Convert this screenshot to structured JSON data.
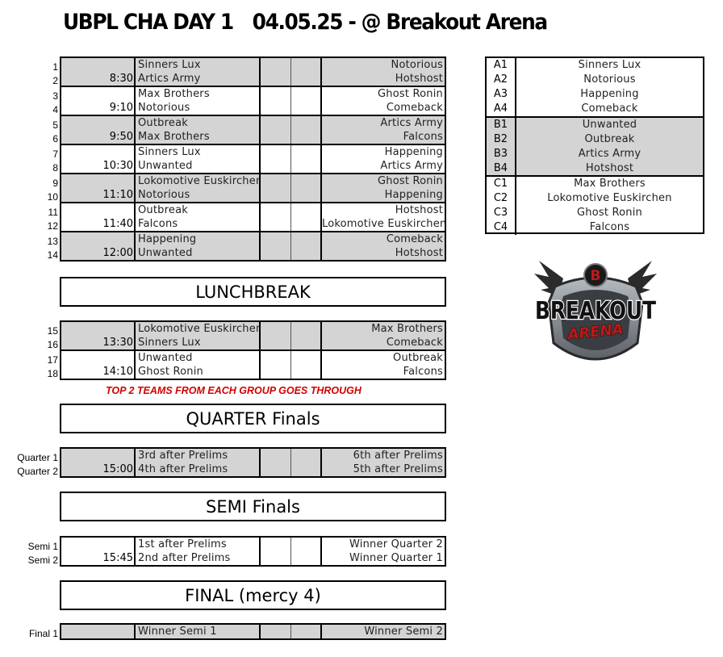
{
  "header": {
    "title": "UBPL CHA DAY 1",
    "date_venue": "04.05.25 - @ Breakout Arena"
  },
  "schedule": {
    "morning": [
      {
        "time": "8:30",
        "shade": "gray",
        "lines": [
          [
            "1",
            "Sinners Lux",
            "Notorious"
          ],
          [
            "2",
            "Artics Army",
            "Hotshost"
          ]
        ]
      },
      {
        "time": "9:10",
        "shade": "white",
        "lines": [
          [
            "3",
            "Max Brothers",
            "Ghost Ronin"
          ],
          [
            "4",
            "Notorious",
            "Comeback"
          ]
        ]
      },
      {
        "time": "9:50",
        "shade": "gray",
        "lines": [
          [
            "5",
            "Outbreak",
            "Artics Army"
          ],
          [
            "6",
            "Max Brothers",
            "Falcons"
          ]
        ]
      },
      {
        "time": "10:30",
        "shade": "white",
        "lines": [
          [
            "7",
            "Sinners Lux",
            "Happening"
          ],
          [
            "8",
            "Unwanted",
            "Artics Army"
          ]
        ]
      },
      {
        "time": "11:10",
        "shade": "gray",
        "lines": [
          [
            "9",
            "Lokomotive Euskirchen",
            "Ghost Ronin"
          ],
          [
            "10",
            "Notorious",
            "Happening"
          ]
        ]
      },
      {
        "time": "11:40",
        "shade": "white",
        "lines": [
          [
            "11",
            "Outbreak",
            "Hotshost"
          ],
          [
            "12",
            "Falcons",
            "Lokomotive Euskirchen"
          ]
        ]
      },
      {
        "time": "12:00",
        "shade": "gray",
        "lines": [
          [
            "13",
            "Happening",
            "Comeback"
          ],
          [
            "14",
            "Unwanted",
            "Hotshost"
          ]
        ]
      }
    ],
    "lunch_label": "LUNCHBREAK",
    "afternoon": [
      {
        "time": "13:30",
        "shade": "gray",
        "lines": [
          [
            "15",
            "Lokomotive Euskirchen",
            "Max Brothers"
          ],
          [
            "16",
            "Sinners Lux",
            "Comeback"
          ]
        ]
      },
      {
        "time": "14:10",
        "shade": "white",
        "lines": [
          [
            "17",
            "Unwanted",
            "Outbreak"
          ],
          [
            "18",
            "Ghost Ronin",
            "Falcons"
          ]
        ]
      }
    ],
    "notice": "TOP 2 TEAMS FROM EACH GROUP GOES THROUGH",
    "quarter_label": "QUARTER Finals",
    "quarter": [
      {
        "time": "15:00",
        "shade": "gray",
        "lines": [
          [
            "Quarter 1",
            "3rd after Prelims",
            "6th after Prelims"
          ],
          [
            "Quarter 2",
            "4th after Prelims",
            "5th after Prelims"
          ]
        ]
      }
    ],
    "semi_label": "SEMI Finals",
    "semi": [
      {
        "time": "15:45",
        "shade": "white",
        "lines": [
          [
            "Semi 1",
            "1st after Prelims",
            "Winner Quarter 2"
          ],
          [
            "Semi 2",
            "2nd after Prelims",
            "Winner Quarter 1"
          ]
        ]
      }
    ],
    "final_label": "FINAL (mercy 4)",
    "final": [
      {
        "time": "",
        "shade": "gray",
        "lines": [
          [
            "Final 1",
            "Winner Semi 1",
            "Winner Semi 2"
          ]
        ]
      }
    ]
  },
  "groups": [
    {
      "shade": "white",
      "teams": [
        [
          "A1",
          "Sinners Lux"
        ],
        [
          "A2",
          "Notorious"
        ],
        [
          "A3",
          "Happening"
        ],
        [
          "A4",
          "Comeback"
        ]
      ]
    },
    {
      "shade": "gray",
      "teams": [
        [
          "B1",
          "Unwanted"
        ],
        [
          "B2",
          "Outbreak"
        ],
        [
          "B3",
          "Artics Army"
        ],
        [
          "B4",
          "Hotshost"
        ]
      ]
    },
    {
      "shade": "white",
      "teams": [
        [
          "C1",
          "Max Brothers"
        ],
        [
          "C2",
          "Lokomotive Euskirchen"
        ],
        [
          "C3",
          "Ghost Ronin"
        ],
        [
          "C4",
          "Falcons"
        ]
      ]
    }
  ],
  "logo": {
    "text_main": "BREAKOUT",
    "text_sub": "ARENA",
    "badge_letter": "B",
    "colors": {
      "accent": "#c0181a",
      "metal": "#8a8f96",
      "dark": "#1a1a1a",
      "sub": "#c01818"
    }
  }
}
